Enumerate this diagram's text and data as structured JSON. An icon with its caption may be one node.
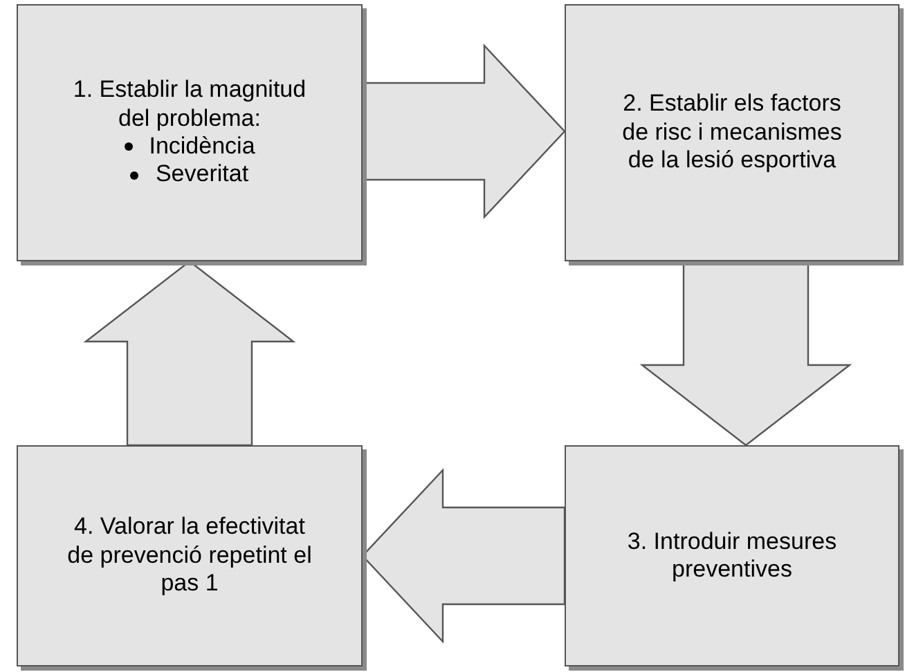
{
  "diagram": {
    "nodes": [
      {
        "text": [
          "1. Establir la magnitud del problema:",
          "Incidència",
          "Severitat"
        ]
      },
      {
        "text": [
          "2. Establir els factors de risc i mecanismes de la lesió esportiva"
        ]
      },
      {
        "text": [
          "3. Introduir mesures preventives"
        ]
      },
      {
        "text": [
          "4. Valorar la efectivitat de prevenció repetint el pas 1"
        ]
      }
    ],
    "edges": [
      {
        "from": 0,
        "to": 1,
        "arrow": "to"
      },
      {
        "from": 1,
        "to": 2,
        "arrow": "to"
      },
      {
        "from": 2,
        "to": 3,
        "arrow": "to"
      },
      {
        "from": 3,
        "to": 0,
        "arrow": "to"
      }
    ]
  }
}
